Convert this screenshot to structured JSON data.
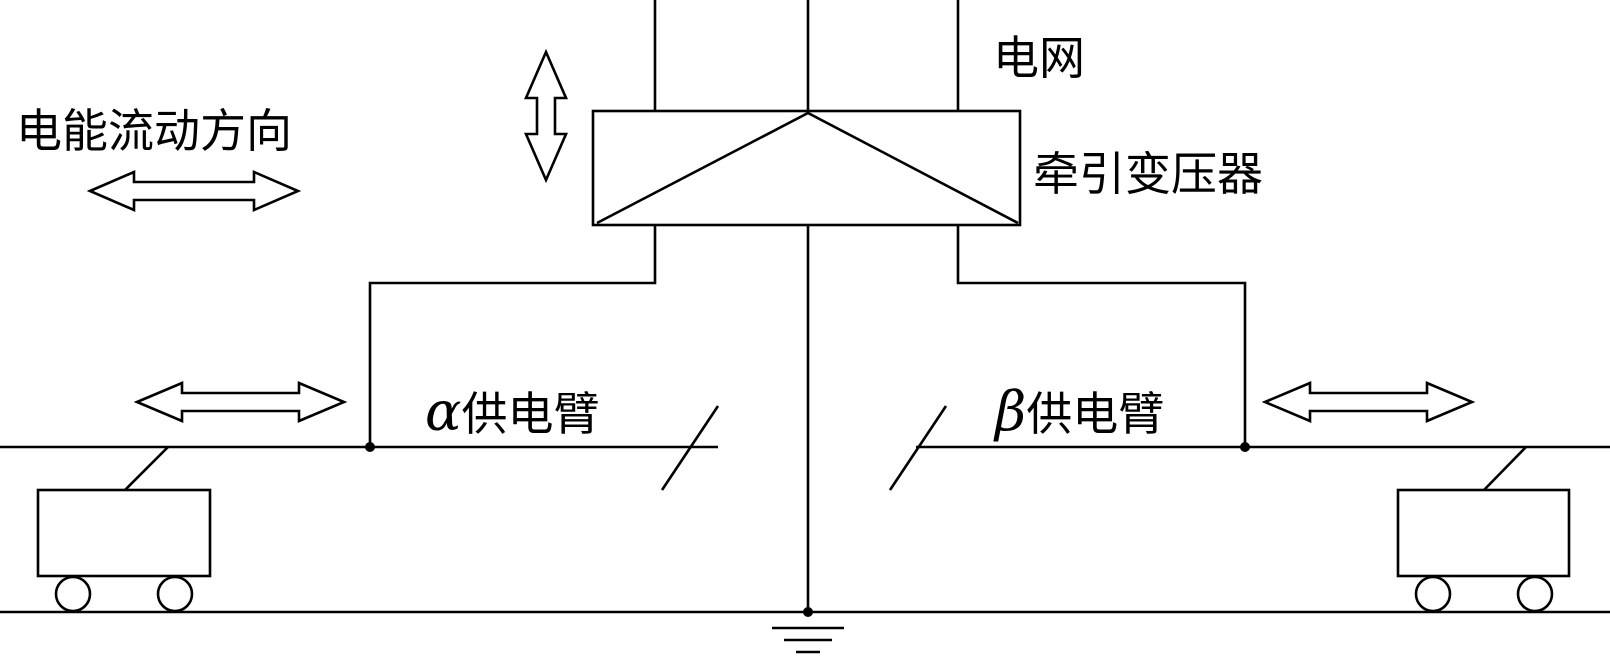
{
  "labels": {
    "grid": "电网",
    "energy_flow": "电能流动方向",
    "transformer": "牵引变压器",
    "alpha_symbol": "α",
    "beta_symbol": "β",
    "feeder_suffix": "供电臂"
  },
  "colors": {
    "stroke": "#000000",
    "background": "#ffffff"
  },
  "icons": {
    "energy_flow_arrow": "double-arrow-horizontal-icon",
    "transformer_flow_arrow": "double-arrow-vertical-icon",
    "ground": "ground-symbol-icon",
    "train": "train-car-icon"
  }
}
